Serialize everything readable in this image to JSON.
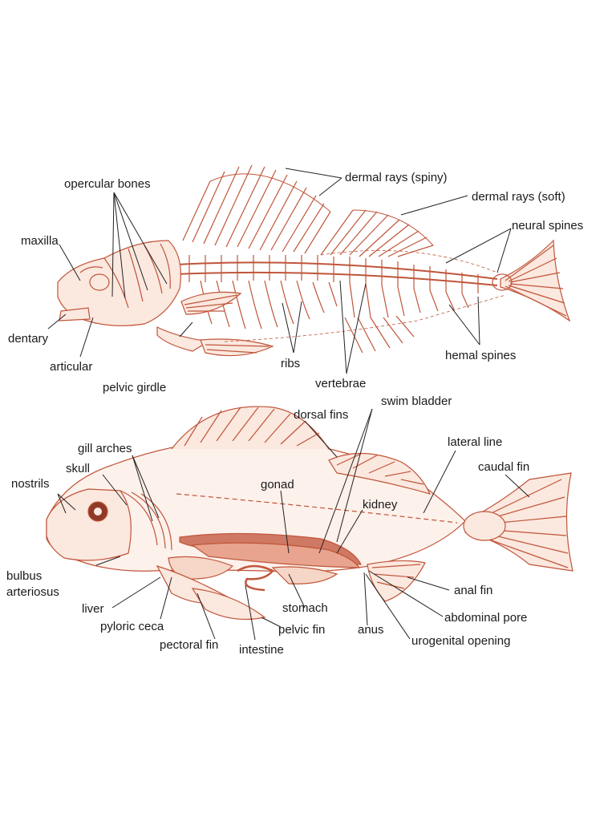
{
  "colors": {
    "drawing": "#c0553a",
    "fill_light": "#f6d6c6",
    "fill_dark": "#cf7863",
    "leader": "#222222",
    "text": "#1a1a1a",
    "background": "#ffffff"
  },
  "skeleton_labels": {
    "opercular_bones": "opercular bones",
    "maxilla": "maxilla",
    "dentary": "dentary",
    "articular": "articular",
    "pelvic_girdle": "pelvic girdle",
    "dermal_rays_spiny": "dermal rays (spiny)",
    "dermal_rays_soft": "dermal rays (soft)",
    "neural_spines": "neural spines",
    "hemal_spines": "hemal spines",
    "ribs": "ribs",
    "vertebrae": "vertebrae"
  },
  "anatomy_labels": {
    "swim_bladder": "swim bladder",
    "dorsal_fins": "dorsal fins",
    "lateral_line": "lateral line",
    "caudal_fin": "caudal fin",
    "gill_arches": "gill arches",
    "skull": "skull",
    "nostrils": "nostrils",
    "gonad": "gonad",
    "kidney": "kidney",
    "bulbus": "bulbus",
    "arteriosus": "arteriosus",
    "liver": "liver",
    "pyloric_ceca": "pyloric ceca",
    "pectoral_fin": "pectoral fin",
    "intestine": "intestine",
    "stomach": "stomach",
    "pelvic_fin": "pelvic fin",
    "anus": "anus",
    "anal_fin": "anal fin",
    "abdominal_pore": "abdominal pore",
    "urogenital_opening": "urogenital opening"
  }
}
